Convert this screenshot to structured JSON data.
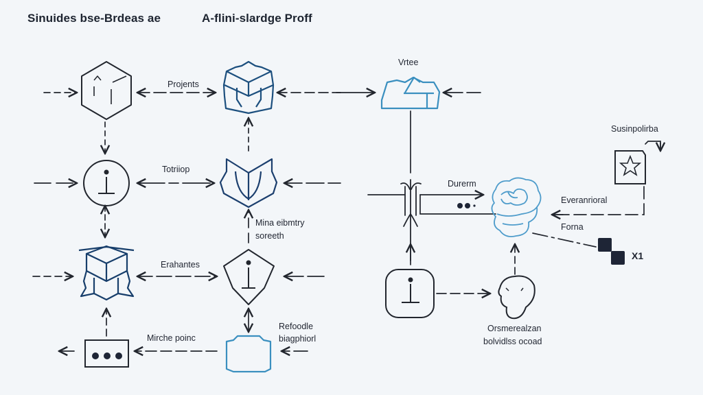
{
  "header": {
    "title_left": "Sinuides bse-Brdeas ae",
    "title_right": "A-flini-slardge Proff"
  },
  "colors": {
    "background": "#f3f6f9",
    "stroke_dark": "#22262e",
    "stroke_navy": "#173e6b",
    "stroke_teal": "#2a76a6",
    "stroke_light_blue": "#4a9cc8",
    "text": "#1f2430"
  },
  "nodes": [
    {
      "id": "hexagon-node",
      "icon": "hexagon-cube-icon"
    },
    {
      "id": "shield-cube-node",
      "icon": "shield-cube-icon"
    },
    {
      "id": "vertex-node",
      "icon": "folder-triangle-icon",
      "label": "Vrtee"
    },
    {
      "id": "info-circle-node",
      "icon": "info-circle-icon"
    },
    {
      "id": "heart-v-node",
      "icon": "v-shield-icon"
    },
    {
      "id": "junction-node",
      "icon": "junction-icon"
    },
    {
      "id": "brain-node",
      "icon": "brain-icon"
    },
    {
      "id": "star-card-node",
      "icon": "star-card-icon",
      "label": "Susinpolirba"
    },
    {
      "id": "cube-tower-node",
      "icon": "cube-tower-icon"
    },
    {
      "id": "info-diamond-node",
      "icon": "info-diamond-icon"
    },
    {
      "id": "info-square-node",
      "icon": "info-rounded-square-icon"
    },
    {
      "id": "face-node",
      "icon": "face-icon",
      "label": "Orsmerealzan bolvidlss ocoad"
    },
    {
      "id": "dots-box-node",
      "icon": "more-dots-box-icon"
    },
    {
      "id": "frame-node",
      "icon": "frame-icon"
    },
    {
      "id": "squares-node",
      "icon": "stacked-squares-icon",
      "label": "X1"
    }
  ],
  "edge_labels": {
    "projents": "Projents",
    "totriiop": "Totriiop",
    "mina_line1": "Mina eibmtry",
    "mina_line2": "soreeth",
    "erahantes": "Erahantes",
    "mirche": "Mirche poinc",
    "refoodle_line1": "Refoodle",
    "refoodle_line2": "biagphiorl",
    "vrtee": "Vrtee",
    "durerm": "Durerm",
    "susinpolirba": "Susinpolirba",
    "everanrioral": "Everanrioral",
    "forna": "Forna",
    "x1": "X1",
    "orsmer_line1": "Orsmerealzan",
    "orsmer_line2": "bolvidlss ocoad"
  }
}
